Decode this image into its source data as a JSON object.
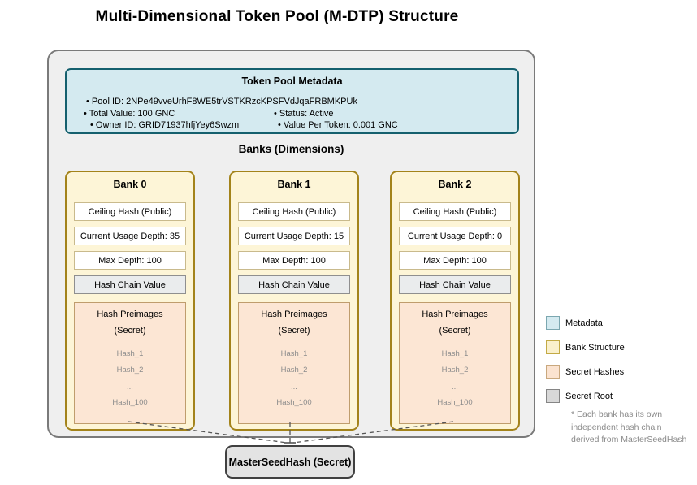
{
  "title": "Multi-Dimensional Token Pool (M-DTP) Structure",
  "metadata": {
    "title": "Token Pool Metadata",
    "pool_id": "• Pool ID: 2NPe49vveUrhF8WE5trVSTKRzcKPSFVdJqaFRBMKPUk",
    "total_value": "• Total Value: 100 GNC",
    "status": "• Status: Active",
    "owner_id": "• Owner ID: GRID71937hfjYey6Swzm",
    "value_per_token": "• Value Per Token: 0.001 GNC"
  },
  "banks_label": "Banks (Dimensions)",
  "banks": [
    {
      "title": "Bank 0",
      "ceiling_hash": "Ceiling Hash (Public)",
      "usage_depth": "Current Usage Depth: 35",
      "max_depth": "Max Depth: 100",
      "hash_chain": "Hash Chain Value",
      "preimages_title": "Hash Preimages",
      "preimages_subtitle": "(Secret)",
      "hashes": [
        "Hash_1",
        "Hash_2",
        "...",
        "Hash_100"
      ]
    },
    {
      "title": "Bank 1",
      "ceiling_hash": "Ceiling Hash (Public)",
      "usage_depth": "Current Usage Depth: 15",
      "max_depth": "Max Depth: 100",
      "hash_chain": "Hash Chain Value",
      "preimages_title": "Hash Preimages",
      "preimages_subtitle": "(Secret)",
      "hashes": [
        "Hash_1",
        "Hash_2",
        "...",
        "Hash_100"
      ]
    },
    {
      "title": "Bank 2",
      "ceiling_hash": "Ceiling Hash (Public)",
      "usage_depth": "Current Usage Depth: 0",
      "max_depth": "Max Depth: 100",
      "hash_chain": "Hash Chain Value",
      "preimages_title": "Hash Preimages",
      "preimages_subtitle": "(Secret)",
      "hashes": [
        "Hash_1",
        "Hash_2",
        "...",
        "Hash_100"
      ]
    }
  ],
  "master_seed_label": "MasterSeedHash (Secret)",
  "legend": {
    "items": [
      {
        "label": "Metadata",
        "fill": "#d4eaf0",
        "border": "#7ba7b0"
      },
      {
        "label": "Bank Structure",
        "fill": "#faf0cc",
        "border": "#c3aa45"
      },
      {
        "label": "Secret Hashes",
        "fill": "#fbe3d0",
        "border": "#c9a87e"
      },
      {
        "label": "Secret Root",
        "fill": "#d8d8d8",
        "border": "#858585"
      }
    ]
  },
  "note": {
    "lines": [
      "* Each bank has its own",
      "independent hash chain",
      "derived from MasterSeedHash"
    ]
  },
  "colors": {
    "container_fill": "#efefef",
    "container_border": "#7a7a7a",
    "metadata_fill": "#d4eaf0",
    "metadata_border": "#15606e",
    "bank_fill": "#fdf5d7",
    "bank_border": "#a3831a",
    "secret_fill": "#fce6d4",
    "secret_border": "#bf9d6d",
    "hash_chain_fill": "#eaeced",
    "master_fill": "#e3e3e3",
    "master_border": "#404040",
    "connector": "#555555"
  }
}
